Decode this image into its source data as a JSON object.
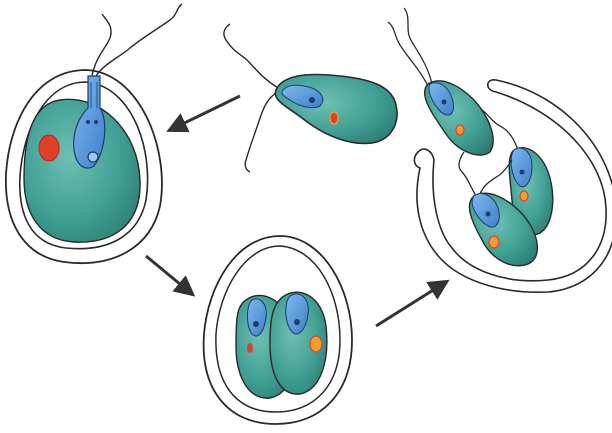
{
  "colors": {
    "background": "#ffffff",
    "outline": "#2a2a2a",
    "cell_green": "#3f9e92",
    "cell_green_light": "#6fbfb3",
    "cell_green_dark": "#2c7a70",
    "nucleus_blue": "#4a8fd6",
    "nucleus_dark": "#1f3c6e",
    "eyespot_red": "#e0402a",
    "eyespot_orange": "#f0a030",
    "arrow": "#333333"
  },
  "stages": [
    "flagellated-cell",
    "encysted-cell",
    "dividing-cyst",
    "released-daughter-cells"
  ]
}
